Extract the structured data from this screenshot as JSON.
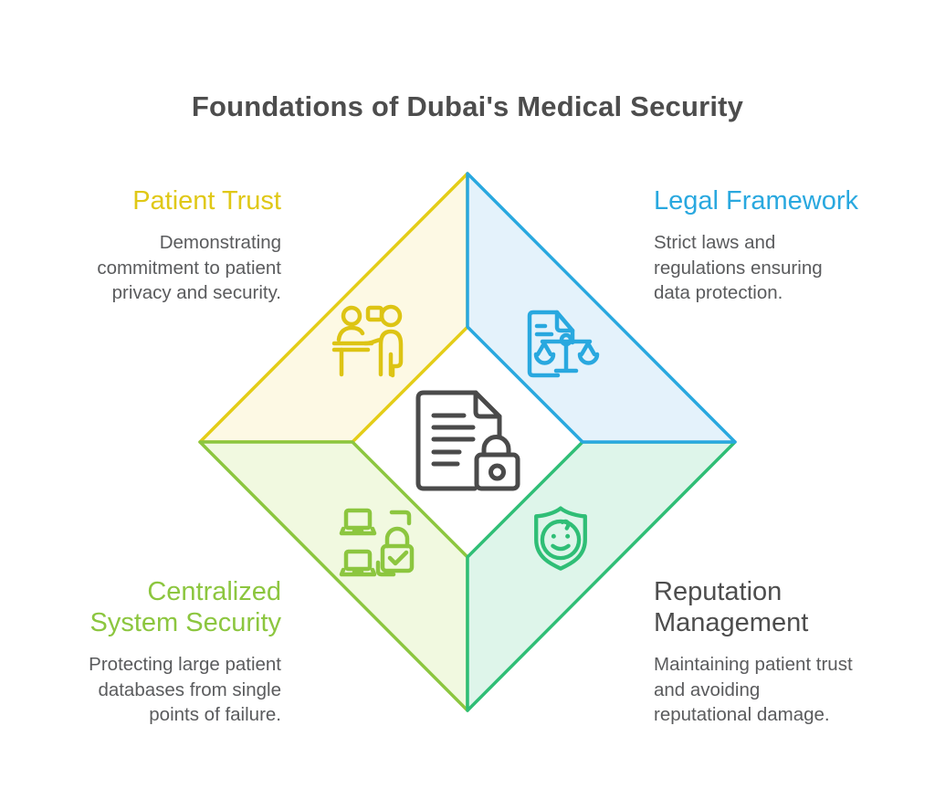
{
  "title": "Foundations of Dubai's Medical Security",
  "title_color": "#4d4d4d",
  "body_text_color": "#5a5b5d",
  "center": {
    "icon": "document-lock-icon",
    "icon_color": "#4a4a4a"
  },
  "quadrants": [
    {
      "id": "patient-trust",
      "position": "top-left",
      "heading": "Patient Trust",
      "description": [
        "Demonstrating",
        "commitment to patient",
        "privacy and security."
      ],
      "icon": "consultation-icon",
      "accent_color": "#e0c816",
      "fill_color": "#fdf9e4",
      "heading_color": "#e0c816"
    },
    {
      "id": "legal-framework",
      "position": "top-right",
      "heading": "Legal Framework",
      "description": [
        "Strict laws and",
        "regulations ensuring",
        "data protection."
      ],
      "icon": "legal-scales-document-icon",
      "accent_color": "#29a8df",
      "fill_color": "#e4f2fb",
      "heading_color": "#29a8df"
    },
    {
      "id": "centralized-system-security",
      "position": "bottom-left",
      "heading": [
        "Centralized",
        "System Security"
      ],
      "description": [
        "Protecting large patient",
        "databases from single",
        "points of failure."
      ],
      "icon": "secure-network-icon",
      "accent_color": "#8cc63f",
      "fill_color": "#f1f9e0",
      "heading_color": "#8cc63f"
    },
    {
      "id": "reputation-management",
      "position": "bottom-right",
      "heading": [
        "Reputation",
        "Management"
      ],
      "description": [
        "Maintaining patient trust",
        "and avoiding",
        "reputational damage."
      ],
      "icon": "shield-smile-icon",
      "accent_color": "#2fbe76",
      "fill_color": "#def5ea",
      "heading_color": "#4d4d4d"
    }
  ]
}
